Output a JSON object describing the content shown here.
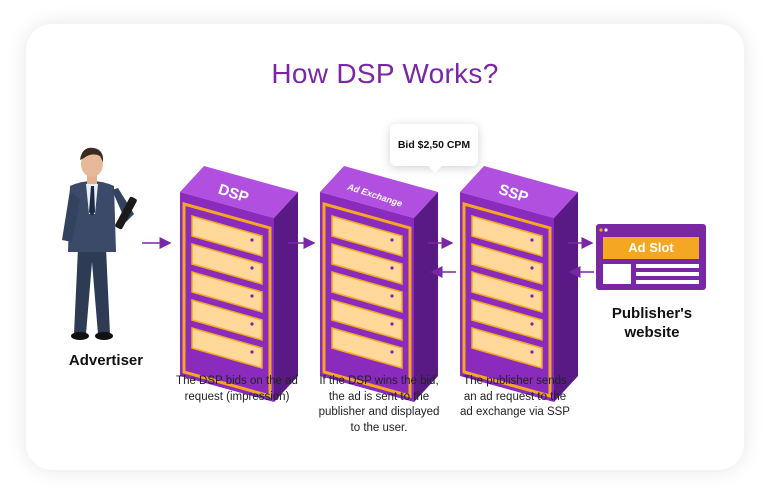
{
  "title": "How DSP Works?",
  "actors": {
    "advertiser": "Advertiser",
    "publisher": "Publisher's website"
  },
  "servers": [
    {
      "label": "DSP",
      "caption": "The DSP bids on the ad request (impression)"
    },
    {
      "label": "Ad Exchange",
      "caption": "If the DSP wins the bid, the ad is sent to the publisher and displayed to the user."
    },
    {
      "label": "SSP",
      "caption": "The publisher sends an ad request to the ad exchange via SSP"
    }
  ],
  "bid_bubble": "Bid $2,50 CPM",
  "ad_slot": "Ad Slot",
  "colors": {
    "accent_purple": "#7a27a3",
    "server_front": "#8a2bbd",
    "server_side": "#5a1a86",
    "server_top": "#b150e0",
    "orange": "#f5a623"
  }
}
